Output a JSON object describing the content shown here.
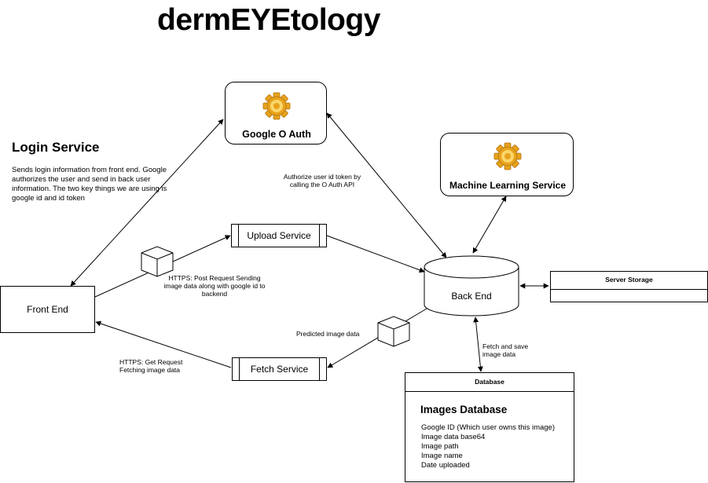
{
  "title": "dermEYEtology",
  "login": {
    "heading": "Login Service",
    "description": "Sends login information from front end. Google authorizes the user and send in back user information. The two key things we are using is google id and id token"
  },
  "nodes": {
    "google_oauth": "Google O Auth",
    "ml_service": "Machine Learning Service",
    "front_end": "Front End",
    "upload_service": "Upload Service",
    "fetch_service": "Fetch Service",
    "back_end": "Back End",
    "server_storage": "Server Storage"
  },
  "edge_labels": {
    "authorize": "Authorize user id token by calling the O Auth API",
    "post_request": "HTTPS: Post Request Sending image data along with google id to backend",
    "get_request": "HTTPS: Get Request Fetching image data",
    "predicted": "Predicted image data",
    "fetch_save": "Fetch and save image data"
  },
  "database": {
    "header": "Database",
    "title": "Images Database",
    "fields": [
      "Google ID (Which user owns this image)",
      "Image data base64",
      "Image path",
      "Image name",
      "Date uploaded"
    ]
  },
  "colors": {
    "gear_outer": "#e8a21c",
    "gear_inner": "#fbd66a",
    "line": "#000000"
  }
}
